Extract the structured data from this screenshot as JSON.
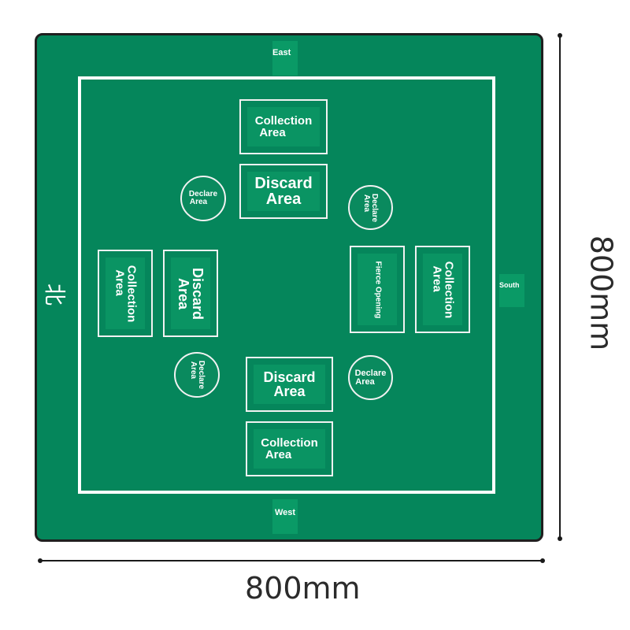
{
  "mat": {
    "color": "#05865b",
    "north_char": "北",
    "directions": {
      "east": "East",
      "south": "South",
      "west": "West"
    }
  },
  "zones": {
    "collection": "Collection",
    "area": "Area",
    "discard": "Discard",
    "declare": "Declare",
    "fierce_opening": "Fierce Opening"
  },
  "dimensions": {
    "width": "800mm",
    "height": "800mm"
  }
}
